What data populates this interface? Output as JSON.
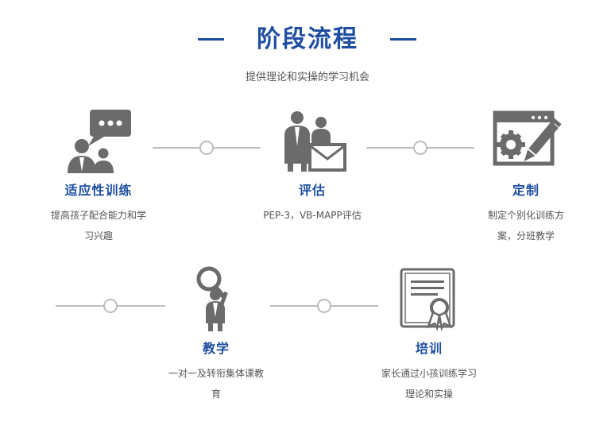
{
  "header": {
    "title": "阶段流程",
    "subtitle": "提供理论和实操的学习机会"
  },
  "steps": [
    {
      "label": "适应性训练",
      "desc": "提高孩子配合能力和学习兴趣",
      "icon": "chat-people-icon"
    },
    {
      "label": "评估",
      "desc": "PEP-3，VB-MAPP评估",
      "icon": "people-envelope-icon"
    },
    {
      "label": "定制",
      "desc": "制定个别化训练方案，分班教学",
      "icon": "browser-gear-pencil-icon"
    },
    {
      "label": "教学",
      "desc": "一对一及转衔集体课教育",
      "icon": "person-magnifier-icon"
    },
    {
      "label": "培训",
      "desc": "家长通过小孩训练学习理论和实操",
      "icon": "certificate-icon"
    }
  ],
  "colors": {
    "accent": "#1e4ea1",
    "icon": "#6b6b6b",
    "connector": "#bdbdbd"
  }
}
